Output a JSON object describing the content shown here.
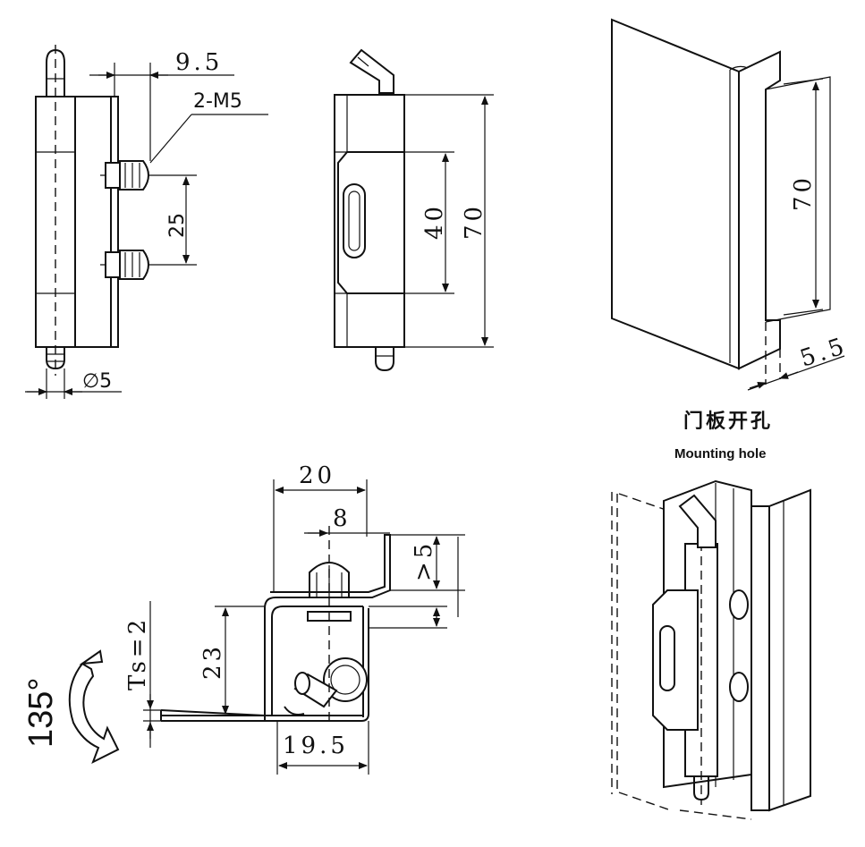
{
  "dims": {
    "front_pitch": "9.5",
    "front_thread": "2-M5",
    "front_spacing": "25",
    "front_pin_dia": "∅5",
    "side_slot": "40",
    "side_height": "70",
    "panel_height": "70",
    "panel_offset": "5.5",
    "top_width": "20",
    "top_offset": "8",
    "top_clear": ">5",
    "top_height": "23",
    "top_thickness": "Ts=2",
    "top_base": "19.5",
    "rotation": "135°"
  },
  "caption": {
    "cn": "门板开孔",
    "en": "Mounting hole"
  }
}
